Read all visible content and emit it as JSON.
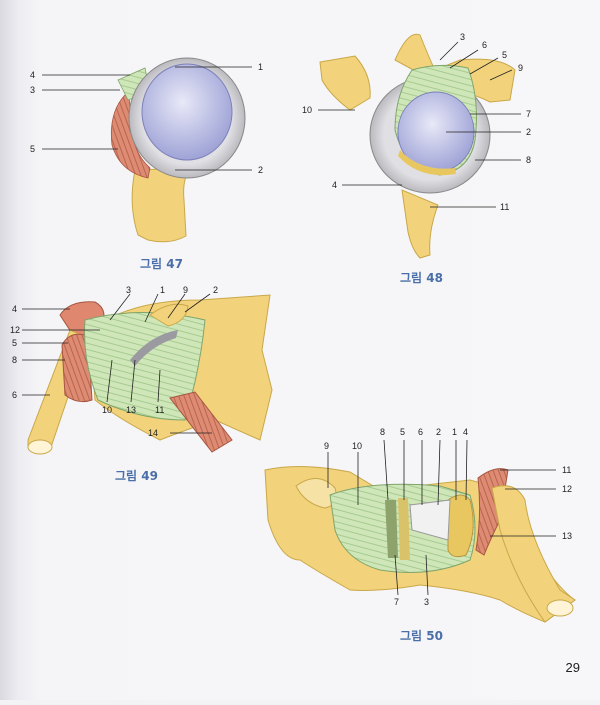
{
  "page_number": "29",
  "figures": [
    {
      "caption": "그림 47",
      "labels": [
        "1",
        "2",
        "3",
        "4",
        "5"
      ]
    },
    {
      "caption": "그림 48",
      "labels": [
        "2",
        "3",
        "4",
        "5",
        "6",
        "7",
        "8",
        "9",
        "10",
        "11"
      ]
    },
    {
      "caption": "그림 49",
      "labels": [
        "1",
        "2",
        "3",
        "4",
        "5",
        "6",
        "8",
        "9",
        "10",
        "11",
        "12",
        "13",
        "14"
      ]
    },
    {
      "caption": "그림 50",
      "labels": [
        "1",
        "2",
        "3",
        "4",
        "5",
        "6",
        "7",
        "8",
        "9",
        "10",
        "11",
        "12",
        "13"
      ]
    }
  ],
  "colors": {
    "bone": "#f2d27a",
    "ligament": "#cfe6b8",
    "cartilage": "#c9cbe8",
    "labrum": "#c8c8cc",
    "muscle": "#d8806a",
    "caption": "#4a6fa8"
  }
}
